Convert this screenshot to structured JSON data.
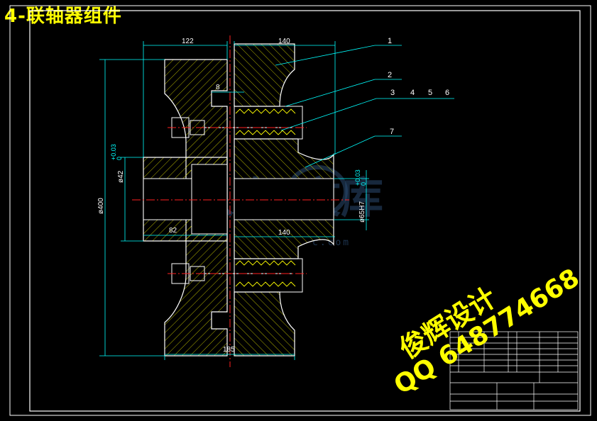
{
  "title": "4-联轴器组件",
  "watermark": {
    "line1": "俊辉设计",
    "line2": "QQ 648774668",
    "site_cn": "人人文库",
    "site_url": "c.com"
  },
  "dimensions": {
    "d122": "122",
    "d140_top": "140",
    "d8": "8",
    "d400": "ø400",
    "d42": "ø42",
    "d42_tol": "+0.03",
    "d42_tol2": "0",
    "d65": "ø65H7",
    "d65_tol": "+0.03",
    "d65_tol2": "0",
    "d82": "82",
    "d140_bot": "140",
    "d185": "185"
  },
  "part_labels": [
    "1",
    "2",
    "3",
    "4",
    "5",
    "6",
    "7"
  ],
  "colors": {
    "outline": "#ffffff",
    "dimension": "#00ffff",
    "centerline": "#ff2020",
    "hatch": "#ffff00",
    "title": "#ffff00",
    "border": "#ffffff"
  }
}
